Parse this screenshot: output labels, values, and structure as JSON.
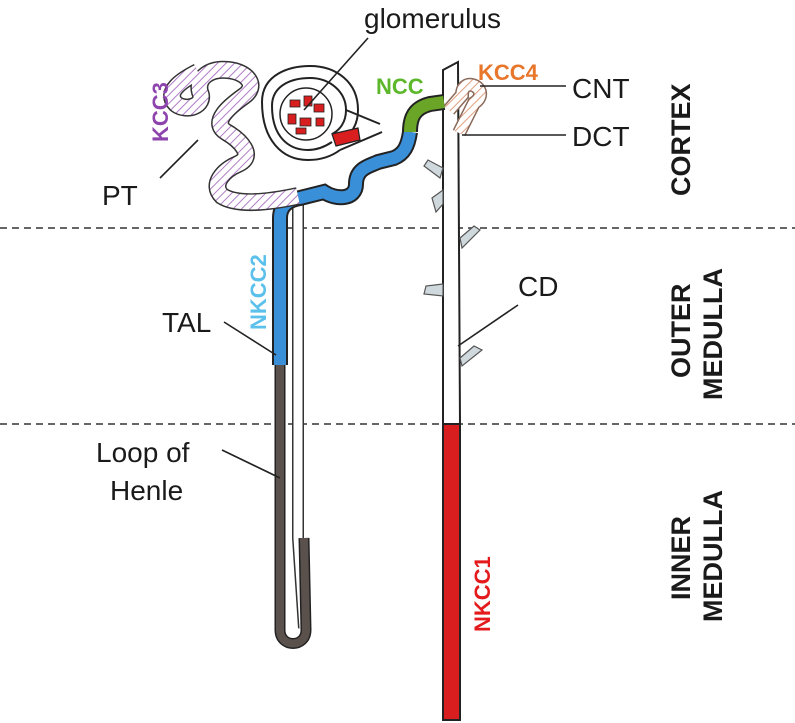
{
  "labels": {
    "glomerulus": "glomerulus",
    "pt": "PT",
    "cnt": "CNT",
    "dct": "DCT",
    "tal": "TAL",
    "cd": "CD",
    "loop_line1": "Loop of",
    "loop_line2": "Henle"
  },
  "transporters": {
    "kcc3": "KCC3",
    "ncc": "NCC",
    "kcc4": "KCC4",
    "nkcc2": "NKCC2",
    "nkcc1": "NKCC1"
  },
  "zones": {
    "cortex": "CORTEX",
    "outer_line1": "OUTER",
    "outer_line2": "MEDULLA",
    "inner_line1": "INNER",
    "inner_line2": "MEDULLA"
  },
  "colors": {
    "kcc3": "#8e44ad",
    "ncc": "#5cb82a",
    "kcc4": "#e8762b",
    "nkcc2": "#5bc0eb",
    "nkcc1": "#e41a1c",
    "tal_fill": "#3a8fd9",
    "dct_fill": "#6aa527",
    "cd_red": "#d81e1e",
    "loop_dark": "#5a504c",
    "pt_hatch": "#b07cc6",
    "cnt_hatch": "#e0a080"
  }
}
